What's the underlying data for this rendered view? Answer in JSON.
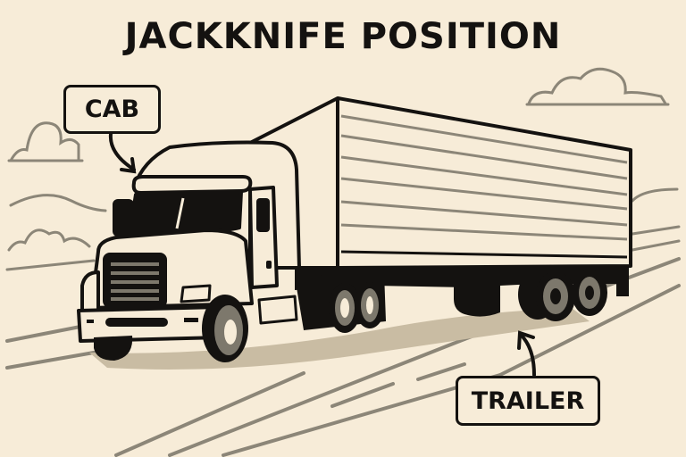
{
  "title": "JACKKNIFE POSITION",
  "labels": {
    "cab": "CAB",
    "trailer": "TRAILER"
  },
  "colors": {
    "background": "#f7ecd8",
    "ink": "#141210",
    "sketch_gray": "#8c8678",
    "shadow": "#c9bca3",
    "tire_gray": "#7d786c"
  },
  "illustration": {
    "subject": "semi-truck with box trailer on highway",
    "elements": [
      "cab",
      "trailer",
      "road-lines",
      "clouds",
      "callout-arrows"
    ]
  }
}
